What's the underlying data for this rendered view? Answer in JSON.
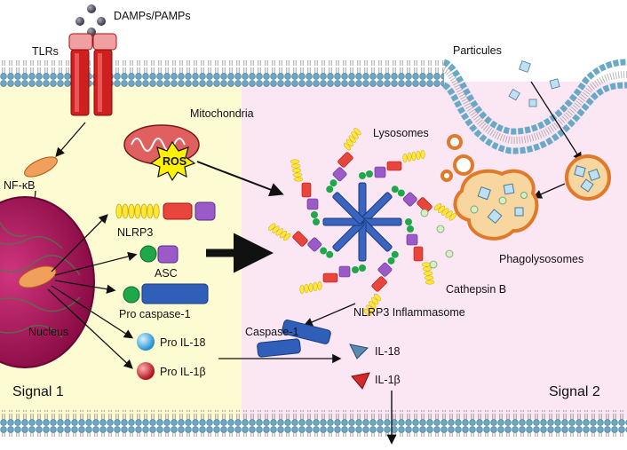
{
  "labels": {
    "damps": "DAMPs/PAMPs",
    "tlrs": "TLRs",
    "particules": "Particules",
    "mitochondria": "Mitochondria",
    "ros": "ROS",
    "lysosomes": "Lysosomes",
    "nfkb": "NF-κB",
    "nlrp3": "NLRP3",
    "asc": "ASC",
    "pro_caspase": "Pro caspase-1",
    "nucleus": "Nucleus",
    "pro_il18": "Pro IL-18",
    "pro_il1b": "Pro IL-1β",
    "phagolysosomes": "Phagolysosomes",
    "cathepsin": "Cathepsin B",
    "inflammasome": "NLRP3 Inflammasome",
    "caspase1": "Caspase-1",
    "il18": "IL-18",
    "il1b": "IL-1β",
    "signal1": "Signal 1",
    "signal2": "Signal 2"
  },
  "colors": {
    "signal1_bg": "#fdfbd2",
    "signal2_bg": "#fbe6f3",
    "membrane_head": "#6aa8c8",
    "tlr_red": "#cf1f1f",
    "nucleus": "#b0145a",
    "nlrp3_yellow": "#ffe83a",
    "asc_green": "#1fa84a",
    "caspase_blue": "#2f5fb8",
    "lysosome_orange": "#e07a2a"
  }
}
